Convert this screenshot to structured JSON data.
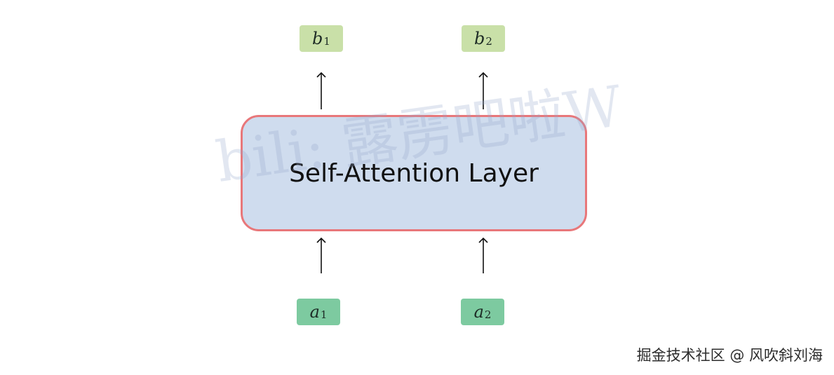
{
  "layer": {
    "label": "Self-Attention Layer"
  },
  "outputs": [
    {
      "symbol": "b",
      "subscript": "1"
    },
    {
      "symbol": "b",
      "subscript": "2"
    }
  ],
  "inputs": [
    {
      "symbol": "a",
      "subscript": "1"
    },
    {
      "symbol": "a",
      "subscript": "2"
    }
  ],
  "watermark": "bili: 露雳吧啦W",
  "credit": "掘金技术社区 @ 风吹斜刘海",
  "colors": {
    "layer_fill": "#cfdcee",
    "layer_border": "#e8777a",
    "output_fill": "#c9e0a8",
    "input_fill": "#7dcaa0"
  }
}
